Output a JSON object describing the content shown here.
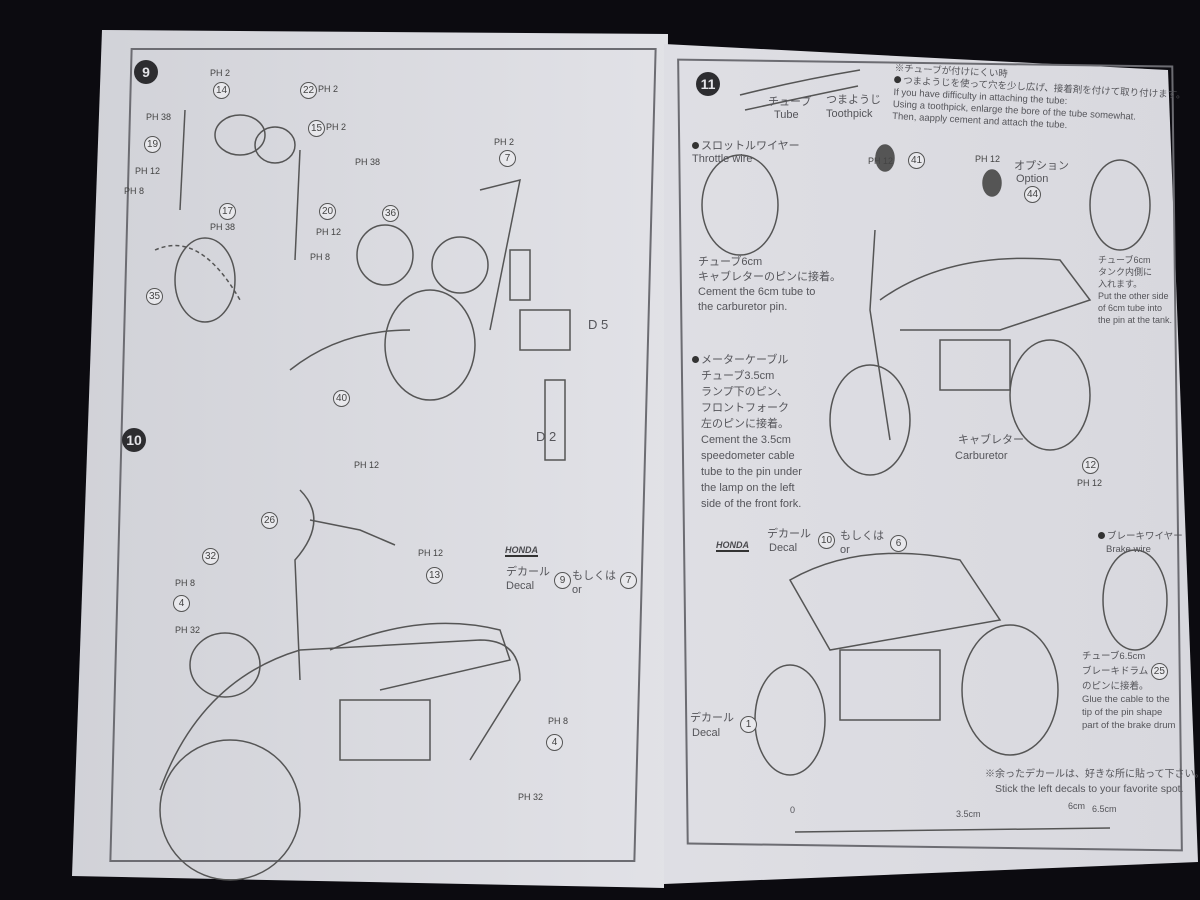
{
  "left_page": {
    "step9": {
      "number": "9",
      "parts": [
        "14",
        "22",
        "15",
        "19",
        "17",
        "20",
        "36",
        "7",
        "35",
        "40"
      ],
      "part_refs": [
        "PH 2",
        "PH 2",
        "PH 2",
        "PH 38",
        "PH 12",
        "PH 8",
        "PH 38",
        "PH 38",
        "PH 12",
        "PH 8",
        "PH 2"
      ],
      "d_parts": [
        "D 5",
        "D 2"
      ]
    },
    "step10": {
      "number": "10",
      "parts": [
        "26",
        "32",
        "4",
        "13",
        "4"
      ],
      "part_refs": [
        "PH 12",
        "PH 12",
        "PH 8",
        "PH 32",
        "PH 8",
        "PH 32"
      ],
      "logo": "HONDA",
      "decal_jp": "デカール",
      "decal_en": "Decal",
      "decal_option_a": "9",
      "or_jp": "もしくは",
      "or_en": "or",
      "decal_option_b": "7"
    }
  },
  "right_page": {
    "step11": {
      "number": "11"
    },
    "tube_label_jp": "チューブ",
    "tube_label_en": "Tube",
    "toothpick_label_jp": "つまようじ",
    "toothpick_label_en": "Toothpick",
    "note_heading_jp": "※チューブが付けにくい時",
    "note_jp": "つまようじを使って穴を少し広げ、接着剤を付けて取り付けます。",
    "note_en_1": "If you have difficulty in attaching the tube:",
    "note_en_2": "Using a toothpick, enlarge the bore of the tube somewhat.",
    "note_en_3": "Then, aapply cement and attach the tube.",
    "throttle_jp": "スロットルワイヤー",
    "throttle_en": "Throttle wire",
    "part41": "41",
    "part41_ref": "PH 12",
    "option_jp": "オプション",
    "option_en": "Option",
    "part44": "44",
    "part44_ref": "PH 12",
    "carb_tube_jp_1": "チューブ6cm",
    "carb_tube_jp_2": "キャブレターのピンに接着。",
    "carb_tube_en_1": "Cement the 6cm tube to",
    "carb_tube_en_2": "the carburetor pin.",
    "tank_tube_jp_1": "チューブ6cm",
    "tank_tube_jp_2": "タンク内側に",
    "tank_tube_jp_3": "入れます。",
    "tank_tube_en_1": "Put the other side",
    "tank_tube_en_2": "of 6cm tube into",
    "tank_tube_en_3": "the pin at the tank.",
    "meter_jp_1": "メーターケーブル",
    "meter_jp_2": "チューブ3.5cm",
    "meter_jp_3": "ランプ下のピン、",
    "meter_jp_4": "フロントフォーク",
    "meter_jp_5": "左のピンに接着。",
    "meter_en_1": "Cement the 3.5cm",
    "meter_en_2": "speedometer cable",
    "meter_en_3": "tube to the pin under",
    "meter_en_4": "the lamp on the left",
    "meter_en_5": "side of the front fork.",
    "carburetor_jp": "キャブレター",
    "carburetor_en": "Carburetor",
    "part12": "12",
    "part12_ref": "PH 12",
    "logo": "HONDA",
    "decal_jp": "デカール",
    "decal_en": "Decal",
    "decal_option_a": "10",
    "or_jp": "もしくは",
    "or_en": "or",
    "decal_option_b": "6",
    "brake_jp": "ブレーキワイヤー",
    "brake_en": "Brake wire",
    "brake_tube_jp_1": "チューブ6.5cm",
    "brake_tube_jp_2": "ブレーキドラム",
    "brake_tube_jp_3": "のピンに接着。",
    "brake_part": "25",
    "brake_tube_en_1": "Glue the cable to the",
    "brake_tube_en_2": "tip of the pin shape",
    "brake_tube_en_3": "part of the brake drum",
    "decal2_jp": "デカール",
    "decal2_en": "Decal",
    "decal2_part": "1",
    "leftover_jp": "※余ったデカールは、好きな所に貼って下さい。",
    "leftover_en": "Stick the left decals to your favorite spot.",
    "ruler": {
      "zero": "0",
      "mark1": "3.5cm",
      "mark2": "6cm",
      "mark3": "6.5cm"
    }
  }
}
